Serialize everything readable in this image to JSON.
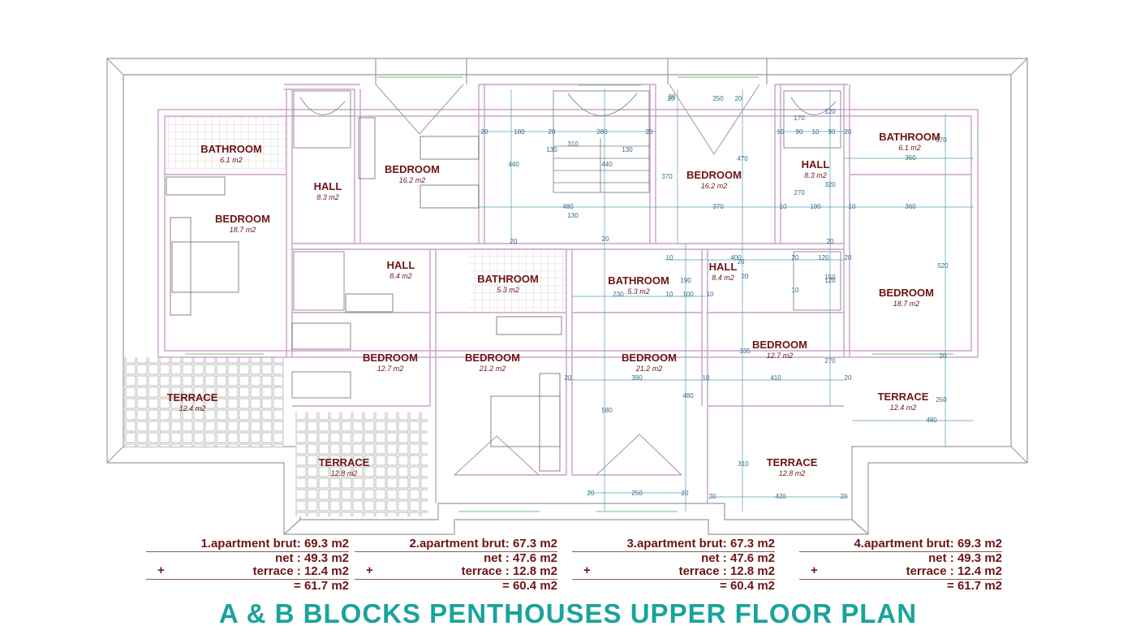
{
  "rooms": [
    {
      "name": "BATHROOM",
      "area": "6.1 m2"
    },
    {
      "name": "HALL",
      "area": "8.3 m2"
    },
    {
      "name": "BEDROOM",
      "area": "16.2 m2"
    },
    {
      "name": "BEDROOM",
      "area": "18.7 m2"
    },
    {
      "name": "TERRACE",
      "area": "12.4 m2"
    },
    {
      "name": "HALL",
      "area": "8.4 m2"
    },
    {
      "name": "BATHROOM",
      "area": "5.3 m2"
    },
    {
      "name": "BEDROOM",
      "area": "12.7 m2"
    },
    {
      "name": "BEDROOM",
      "area": "21.2 m2"
    },
    {
      "name": "TERRACE",
      "area": "12.8 m2"
    },
    {
      "name": "BEDROOM",
      "area": "16.2 m2"
    },
    {
      "name": "HALL",
      "area": "8.3 m2"
    },
    {
      "name": "BATHROOM",
      "area": "6.1 m2"
    },
    {
      "name": "BATHROOM",
      "area": "5.3 m2"
    },
    {
      "name": "HALL",
      "area": "8.4 m2"
    },
    {
      "name": "BEDROOM",
      "area": "21.2 m2"
    },
    {
      "name": "BEDROOM",
      "area": "12.7 m2"
    },
    {
      "name": "BEDROOM",
      "area": "18.7 m2"
    },
    {
      "name": "TERRACE",
      "area": "12.4 m2"
    },
    {
      "name": "TERRACE",
      "area": "12.8 m2"
    }
  ],
  "dimensions": [
    "20",
    "180",
    "20",
    "280",
    "20",
    "250",
    "20",
    "10",
    "90",
    "10",
    "90",
    "20",
    "20",
    "440",
    "310",
    "130",
    "130",
    "440",
    "370",
    "470",
    "170",
    "120",
    "360",
    "170",
    "480",
    "130",
    "370",
    "270",
    "320",
    "10",
    "190",
    "10",
    "360",
    "20",
    "20",
    "20",
    "20",
    "20",
    "400",
    "120",
    "20",
    "10",
    "120",
    "10",
    "150",
    "20",
    "230",
    "190",
    "10",
    "100",
    "10",
    "520",
    "335",
    "270",
    "20",
    "20",
    "390",
    "10",
    "410",
    "20",
    "20",
    "480",
    "580",
    "250",
    "480",
    "20",
    "310",
    "20",
    "20",
    "250",
    "20",
    "420"
  ],
  "apartments": [
    {
      "brut": "1.apartment brut: 69.3 m2",
      "net": "net : 49.3 m2",
      "plus": "+",
      "terrace": "terrace : 12.4 m2",
      "total": "= 61.7 m2"
    },
    {
      "brut": "2.apartment brut: 67.3 m2",
      "net": "net : 47.6 m2",
      "plus": "+",
      "terrace": "terrace : 12.8 m2",
      "total": "= 60.4 m2"
    },
    {
      "brut": "3.apartment brut: 67.3 m2",
      "net": "net : 47.6 m2",
      "plus": "+",
      "terrace": "terrace : 12.8 m2",
      "total": "= 60.4 m2"
    },
    {
      "brut": "4.apartment brut: 69.3 m2",
      "net": "net : 49.3 m2",
      "plus": "+",
      "terrace": "terrace : 12.4 m2",
      "total": "= 61.7 m2"
    }
  ],
  "title": "A & B BLOCKS PENTHOUSES UPPER FLOOR PLAN",
  "colors": {
    "room_text": "#6e1414",
    "title": "#1aa39b",
    "wall": "#c9a0c9",
    "outline": "#9a9a9a",
    "dimension": "#2c6e8a",
    "tile": "#bdbdbd"
  }
}
